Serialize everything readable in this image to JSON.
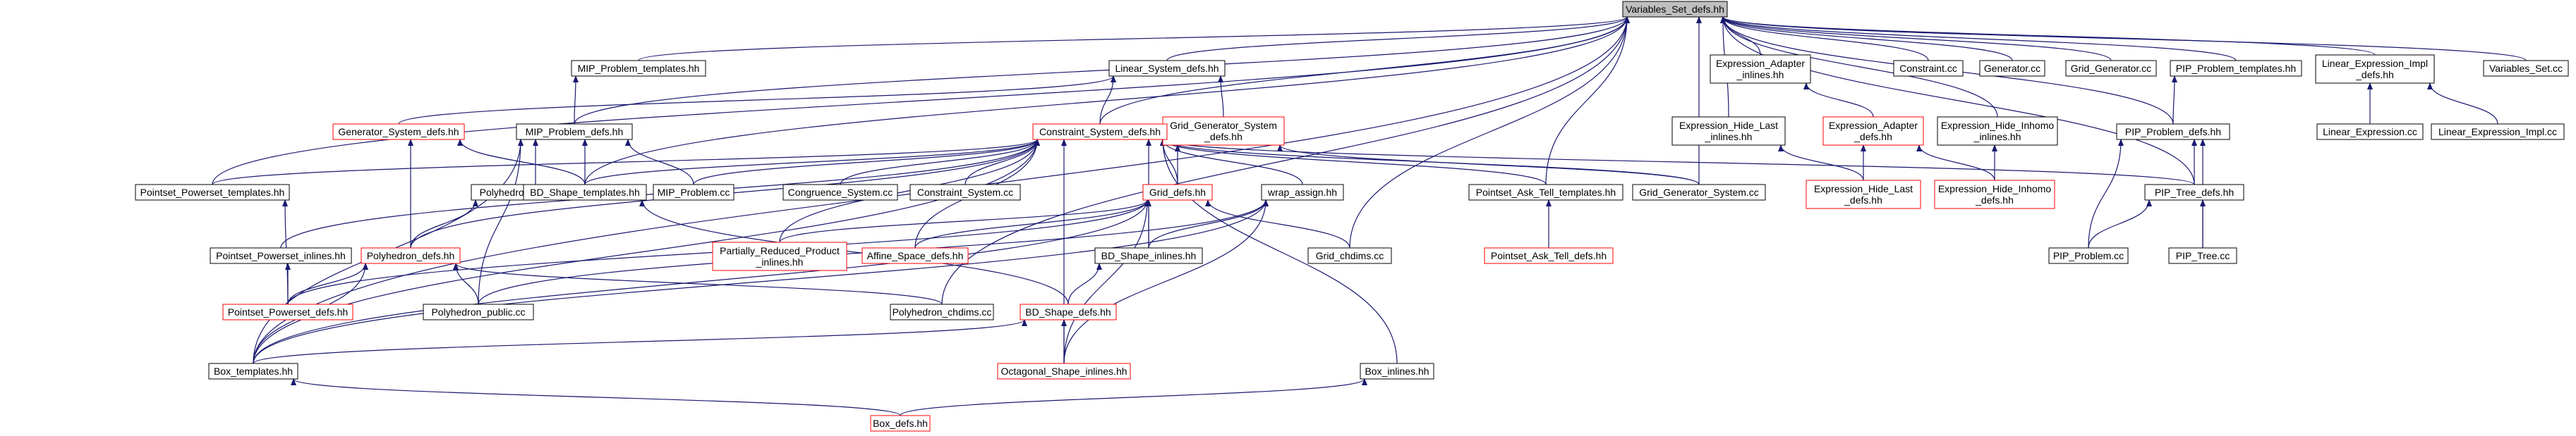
{
  "graph": {
    "title": "",
    "colors": {
      "edge": "#191970",
      "normal_border": "#000000",
      "red_border": "#ff0000",
      "root_fill": "#bfbfbf",
      "node_fill": "#ffffff",
      "text": "#000000"
    },
    "nodes": [
      {
        "id": "root",
        "lines": [
          "Variables_Set_defs.hh"
        ],
        "style": "root"
      },
      {
        "id": "mip_tmpl",
        "lines": [
          "MIP_Problem_templates.hh"
        ],
        "style": "normal"
      },
      {
        "id": "lin_sys",
        "lines": [
          "Linear_System_defs.hh"
        ],
        "style": "normal"
      },
      {
        "id": "expr_adapter_inl",
        "lines": [
          "Expression_Adapter",
          "_inlines.hh"
        ],
        "style": "normal"
      },
      {
        "id": "constraint_cc",
        "lines": [
          "Constraint.cc"
        ],
        "style": "normal"
      },
      {
        "id": "generator_cc",
        "lines": [
          "Generator.cc"
        ],
        "style": "normal"
      },
      {
        "id": "grid_gen_cc",
        "lines": [
          "Grid_Generator.cc"
        ],
        "style": "normal"
      },
      {
        "id": "pip_tmpl",
        "lines": [
          "PIP_Problem_templates.hh"
        ],
        "style": "normal"
      },
      {
        "id": "lin_expr_impl_defs",
        "lines": [
          "Linear_Expression_Impl",
          "_defs.hh"
        ],
        "style": "normal"
      },
      {
        "id": "vars_set_cc",
        "lines": [
          "Variables_Set.cc"
        ],
        "style": "normal"
      },
      {
        "id": "gen_sys_defs",
        "lines": [
          "Generator_System_defs.hh"
        ],
        "style": "red"
      },
      {
        "id": "mip_defs",
        "lines": [
          "MIP_Problem_defs.hh"
        ],
        "style": "normal"
      },
      {
        "id": "grid_gen_sys_defs",
        "lines": [
          "Grid_Generator_System",
          "_defs.hh"
        ],
        "style": "red"
      },
      {
        "id": "expr_hide_last_inl",
        "lines": [
          "Expression_Hide_Last",
          "_inlines.hh"
        ],
        "style": "normal"
      },
      {
        "id": "expr_adapter_defs",
        "lines": [
          "Expression_Adapter",
          "_defs.hh"
        ],
        "style": "red"
      },
      {
        "id": "expr_hide_inhomo_inl",
        "lines": [
          "Expression_Hide_Inhomo",
          "_inlines.hh"
        ],
        "style": "normal"
      },
      {
        "id": "pip_defs",
        "lines": [
          "PIP_Problem_defs.hh"
        ],
        "style": "normal"
      },
      {
        "id": "lin_expr_cc",
        "lines": [
          "Linear_Expression.cc"
        ],
        "style": "normal"
      },
      {
        "id": "lin_expr_impl_cc",
        "lines": [
          "Linear_Expression_Impl.cc"
        ],
        "style": "normal"
      },
      {
        "id": "con_sys_defs",
        "lines": [
          "Constraint_System_defs.hh"
        ],
        "style": "red"
      },
      {
        "id": "poly_tmpl",
        "lines": [
          "Polyhedron_templates.hh"
        ],
        "style": "normal"
      },
      {
        "id": "ps_pw_tmpl",
        "lines": [
          "Pointset_Powerset_templates.hh"
        ],
        "style": "normal"
      },
      {
        "id": "bd_tmpl",
        "lines": [
          "BD_Shape_templates.hh"
        ],
        "style": "normal"
      },
      {
        "id": "mip_cc",
        "lines": [
          "MIP_Problem.cc"
        ],
        "style": "normal"
      },
      {
        "id": "congr_sys_cc",
        "lines": [
          "Congruence_System.cc"
        ],
        "style": "normal"
      },
      {
        "id": "con_sys_cc",
        "lines": [
          "Constraint_System.cc"
        ],
        "style": "normal"
      },
      {
        "id": "ps_at_tmpl",
        "lines": [
          "Pointset_Ask_Tell_templates.hh"
        ],
        "style": "normal"
      },
      {
        "id": "grid_gen_sys_cc",
        "lines": [
          "Grid_Generator_System.cc"
        ],
        "style": "normal"
      },
      {
        "id": "expr_hide_last_defs",
        "lines": [
          "Expression_Hide_Last",
          "_defs.hh"
        ],
        "style": "red"
      },
      {
        "id": "expr_hide_inhomo_defs",
        "lines": [
          "Expression_Hide_Inhomo",
          "_defs.hh"
        ],
        "style": "red"
      },
      {
        "id": "pip_tree_defs",
        "lines": [
          "PIP_Tree_defs.hh"
        ],
        "style": "normal"
      },
      {
        "id": "grid_defs",
        "lines": [
          "Grid_defs.hh"
        ],
        "style": "red"
      },
      {
        "id": "wrap_assign",
        "lines": [
          "wrap_assign.hh"
        ],
        "style": "normal"
      },
      {
        "id": "ps_pw_inl",
        "lines": [
          "Pointset_Powerset_inlines.hh"
        ],
        "style": "normal"
      },
      {
        "id": "poly_defs",
        "lines": [
          "Polyhedron_defs.hh"
        ],
        "style": "red"
      },
      {
        "id": "prp_inl",
        "lines": [
          "Partially_Reduced_Product",
          "_inlines.hh"
        ],
        "style": "red"
      },
      {
        "id": "affine_defs",
        "lines": [
          "Affine_Space_defs.hh"
        ],
        "style": "red"
      },
      {
        "id": "bd_inl",
        "lines": [
          "BD_Shape_inlines.hh"
        ],
        "style": "normal"
      },
      {
        "id": "grid_chdims",
        "lines": [
          "Grid_chdims.cc"
        ],
        "style": "normal"
      },
      {
        "id": "ps_at_defs",
        "lines": [
          "Pointset_Ask_Tell_defs.hh"
        ],
        "style": "red"
      },
      {
        "id": "pip_problem_cc",
        "lines": [
          "PIP_Problem.cc"
        ],
        "style": "normal"
      },
      {
        "id": "pip_tree_cc",
        "lines": [
          "PIP_Tree.cc"
        ],
        "style": "normal"
      },
      {
        "id": "ps_pw_defs",
        "lines": [
          "Pointset_Powerset_defs.hh"
        ],
        "style": "red"
      },
      {
        "id": "poly_public",
        "lines": [
          "Polyhedron_public.cc"
        ],
        "style": "normal"
      },
      {
        "id": "poly_chdims",
        "lines": [
          "Polyhedron_chdims.cc"
        ],
        "style": "normal"
      },
      {
        "id": "bd_defs",
        "lines": [
          "BD_Shape_defs.hh"
        ],
        "style": "red"
      },
      {
        "id": "box_tmpl",
        "lines": [
          "Box_templates.hh"
        ],
        "style": "normal"
      },
      {
        "id": "oct_inl",
        "lines": [
          "Octagonal_Shape_inlines.hh"
        ],
        "style": "red"
      },
      {
        "id": "box_inl",
        "lines": [
          "Box_inlines.hh"
        ],
        "style": "normal"
      },
      {
        "id": "box_defs",
        "lines": [
          "Box_defs.hh"
        ],
        "style": "red"
      }
    ],
    "edges": [
      [
        "mip_tmpl",
        "root"
      ],
      [
        "lin_sys",
        "root"
      ],
      [
        "expr_adapter_inl",
        "root"
      ],
      [
        "constraint_cc",
        "root"
      ],
      [
        "generator_cc",
        "root"
      ],
      [
        "grid_gen_cc",
        "root"
      ],
      [
        "pip_tmpl",
        "root"
      ],
      [
        "lin_expr_impl_defs",
        "root"
      ],
      [
        "vars_set_cc",
        "root"
      ],
      [
        "mip_defs",
        "root"
      ],
      [
        "expr_hide_last_inl",
        "root"
      ],
      [
        "expr_hide_inhomo_inl",
        "root"
      ],
      [
        "pip_defs",
        "root"
      ],
      [
        "con_sys_defs",
        "root"
      ],
      [
        "ps_pw_tmpl",
        "root"
      ],
      [
        "bd_tmpl",
        "root"
      ],
      [
        "ps_at_tmpl",
        "root"
      ],
      [
        "grid_gen_sys_cc",
        "root"
      ],
      [
        "pip_tree_defs",
        "root"
      ],
      [
        "grid_chdims",
        "root"
      ],
      [
        "poly_chdims",
        "root"
      ],
      [
        "box_tmpl",
        "root"
      ],
      [
        "mip_defs",
        "mip_tmpl"
      ],
      [
        "gen_sys_defs",
        "lin_sys"
      ],
      [
        "con_sys_defs",
        "lin_sys"
      ],
      [
        "grid_gen_sys_defs",
        "lin_sys"
      ],
      [
        "expr_adapter_defs",
        "expr_adapter_inl"
      ],
      [
        "pip_defs",
        "pip_tmpl"
      ],
      [
        "lin_expr_cc",
        "lin_expr_impl_defs"
      ],
      [
        "lin_expr_impl_cc",
        "lin_expr_impl_defs"
      ],
      [
        "bd_tmpl",
        "gen_sys_defs"
      ],
      [
        "poly_defs",
        "gen_sys_defs"
      ],
      [
        "poly_tmpl",
        "mip_defs"
      ],
      [
        "bd_tmpl",
        "mip_defs"
      ],
      [
        "mip_cc",
        "mip_defs"
      ],
      [
        "poly_public",
        "mip_defs"
      ],
      [
        "box_tmpl",
        "mip_defs"
      ],
      [
        "grid_defs",
        "grid_gen_sys_defs"
      ],
      [
        "grid_gen_sys_cc",
        "grid_gen_sys_defs"
      ],
      [
        "expr_hide_last_defs",
        "expr_hide_last_inl"
      ],
      [
        "expr_hide_last_defs",
        "expr_adapter_defs"
      ],
      [
        "expr_hide_inhomo_defs",
        "expr_adapter_defs"
      ],
      [
        "expr_hide_inhomo_defs",
        "expr_hide_inhomo_inl"
      ],
      [
        "pip_tree_defs",
        "pip_defs"
      ],
      [
        "pip_problem_cc",
        "pip_defs"
      ],
      [
        "pip_tree_cc",
        "pip_defs"
      ],
      [
        "ps_pw_tmpl",
        "con_sys_defs"
      ],
      [
        "bd_tmpl",
        "con_sys_defs"
      ],
      [
        "mip_cc",
        "con_sys_defs"
      ],
      [
        "congr_sys_cc",
        "con_sys_defs"
      ],
      [
        "con_sys_cc",
        "con_sys_defs"
      ],
      [
        "ps_at_tmpl",
        "con_sys_defs"
      ],
      [
        "grid_gen_sys_cc",
        "con_sys_defs"
      ],
      [
        "pip_tree_defs",
        "con_sys_defs"
      ],
      [
        "grid_defs",
        "con_sys_defs"
      ],
      [
        "wrap_assign",
        "con_sys_defs"
      ],
      [
        "poly_defs",
        "con_sys_defs"
      ],
      [
        "prp_inl",
        "con_sys_defs"
      ],
      [
        "affine_defs",
        "con_sys_defs"
      ],
      [
        "bd_inl",
        "con_sys_defs"
      ],
      [
        "oct_inl",
        "con_sys_defs"
      ],
      [
        "box_inl",
        "con_sys_defs"
      ],
      [
        "box_tmpl",
        "con_sys_defs"
      ],
      [
        "ps_pw_inl",
        "con_sys_defs"
      ],
      [
        "poly_defs",
        "poly_tmpl"
      ],
      [
        "ps_pw_defs",
        "ps_pw_tmpl"
      ],
      [
        "bd_defs",
        "bd_tmpl"
      ],
      [
        "ps_at_defs",
        "ps_at_tmpl"
      ],
      [
        "pip_problem_cc",
        "pip_tree_defs"
      ],
      [
        "pip_tree_cc",
        "pip_tree_defs"
      ],
      [
        "prp_inl",
        "grid_defs"
      ],
      [
        "affine_defs",
        "grid_defs"
      ],
      [
        "bd_inl",
        "grid_defs"
      ],
      [
        "grid_chdims",
        "grid_defs"
      ],
      [
        "oct_inl",
        "grid_defs"
      ],
      [
        "box_tmpl",
        "grid_defs"
      ],
      [
        "ps_pw_defs",
        "grid_defs"
      ],
      [
        "bd_inl",
        "wrap_assign"
      ],
      [
        "poly_public",
        "wrap_assign"
      ],
      [
        "oct_inl",
        "wrap_assign"
      ],
      [
        "box_tmpl",
        "wrap_assign"
      ],
      [
        "ps_pw_defs",
        "ps_pw_inl"
      ],
      [
        "ps_pw_defs",
        "poly_defs"
      ],
      [
        "poly_public",
        "poly_defs"
      ],
      [
        "poly_chdims",
        "poly_defs"
      ],
      [
        "box_tmpl",
        "poly_defs"
      ],
      [
        "bd_defs",
        "bd_inl"
      ],
      [
        "box_tmpl",
        "bd_defs"
      ],
      [
        "oct_inl",
        "bd_defs"
      ],
      [
        "box_defs",
        "box_tmpl"
      ],
      [
        "box_defs",
        "box_inl"
      ]
    ]
  }
}
